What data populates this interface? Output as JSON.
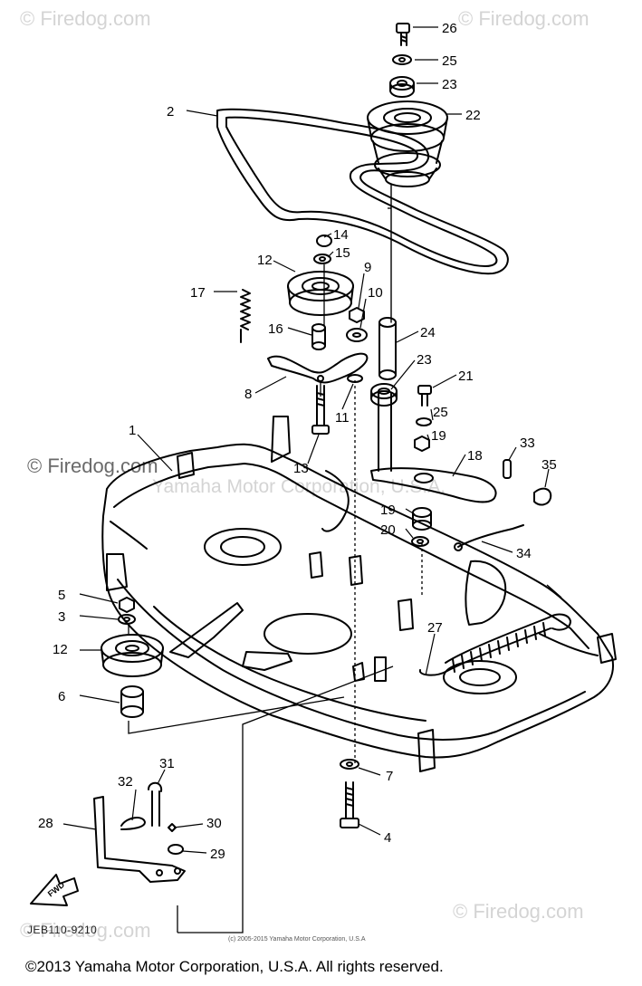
{
  "watermarks": {
    "top_left": "© Firedog.com",
    "top_right": "© Firedog.com",
    "mid_left": "© Firedog.com",
    "bottom_left": "© Firedog.com",
    "bottom_right": "© Firedog.com",
    "mid_overlay": "Yamaha Motor Corporation, U.S.A."
  },
  "callouts": [
    "26",
    "25",
    "23",
    "22",
    "2",
    "14",
    "15",
    "12",
    "9",
    "17",
    "10",
    "16",
    "24",
    "23",
    "8",
    "11",
    "21",
    "25",
    "19",
    "13",
    "1",
    "18",
    "33",
    "35",
    "19",
    "20",
    "34",
    "5",
    "3",
    "12",
    "6",
    "27",
    "7",
    "4",
    "31",
    "32",
    "28",
    "30",
    "29"
  ],
  "fwd_badge": "FWD",
  "drawing_ref": "JEB110-9210",
  "small_copyright": "(c) 2005-2015 Yamaha Motor Corporation, U.S.A",
  "footer_copyright": "©2013 Yamaha Motor Corporation, U.S.A. All rights reserved.",
  "colors": {
    "line": "#000000",
    "background": "#ffffff",
    "watermark": "#d4d4d4"
  }
}
